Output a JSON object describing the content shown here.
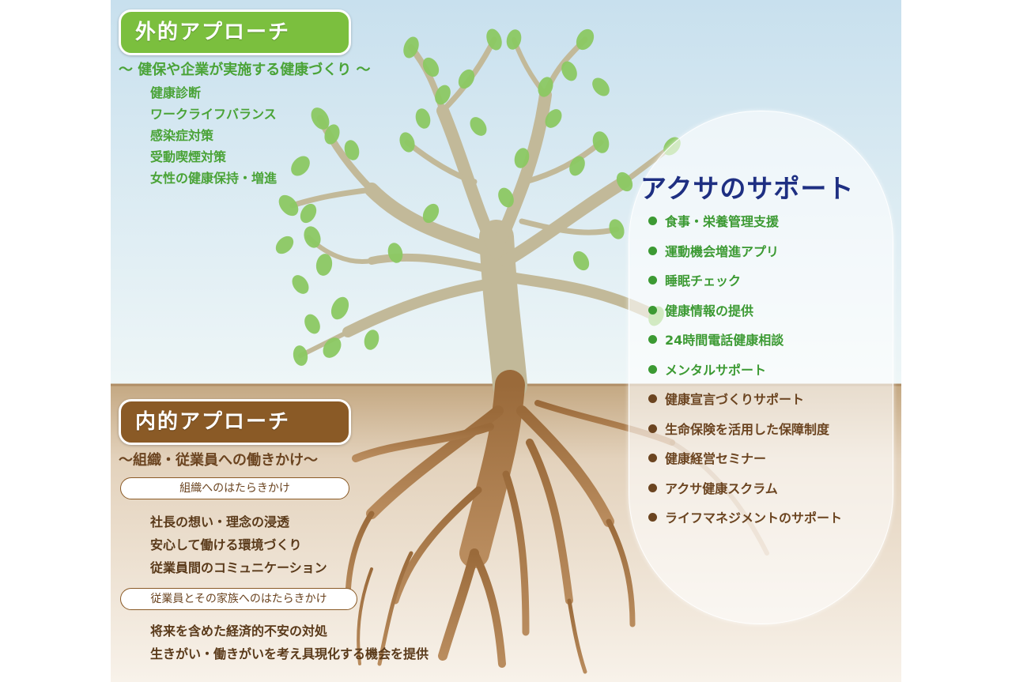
{
  "external": {
    "title": "外的アプローチ",
    "subtitle": "～ 健保や企業が実施する健康づくり ～",
    "items": [
      "健康診断",
      "ワークライフバランス",
      "感染症対策",
      "受動喫煙対策",
      "女性の健康保持・増進"
    ]
  },
  "internal": {
    "title": "内的アプローチ",
    "subtitle": "～組織・従業員への働きかけ～",
    "groups": [
      {
        "label": "組織へのはたらきかけ",
        "items": [
          "社長の想い・理念の浸透",
          "安心して働ける環境づくり",
          "従業員間のコミュニケーション"
        ]
      },
      {
        "label": "従業員とその家族へのはたらきかけ",
        "items": [
          "将来を含めた経済的不安の対処",
          "生きがい・働きがいを考え具現化する機会を提供"
        ]
      }
    ]
  },
  "support": {
    "title": "アクサのサポート",
    "items": [
      {
        "text": "食事・栄養管理支援",
        "color": "#3c9a33"
      },
      {
        "text": "運動機会増進アプリ",
        "color": "#3c9a33"
      },
      {
        "text": "睡眠チェック",
        "color": "#3c9a33"
      },
      {
        "text": "健康情報の提供",
        "color": "#3c9a33"
      },
      {
        "text": "24時間電話健康相談",
        "color": "#3c9a33"
      },
      {
        "text": "メンタルサポート",
        "color": "#3c9a33"
      },
      {
        "text": "健康宣言づくりサポート",
        "color": "#6b4420"
      },
      {
        "text": "生命保険を活用した保障制度",
        "color": "#6b4420"
      },
      {
        "text": "健康経営セミナー",
        "color": "#6b4420"
      },
      {
        "text": "アクサ健康スクラム",
        "color": "#6b4420"
      },
      {
        "text": "ライフマネジメントのサポート",
        "color": "#6b4420"
      }
    ]
  },
  "colors": {
    "sky_top": "#c8e0ee",
    "sky_bottom": "#eef6f7",
    "soil_top": "#c4a882",
    "soil_bottom": "#f6efe4",
    "trunk": "#c2b999",
    "roots": "#a07040",
    "leaf": "#8cc963",
    "green_accent": "#7bbf3e",
    "brown_accent": "#8a5a26",
    "navy": "#1e2f82"
  }
}
